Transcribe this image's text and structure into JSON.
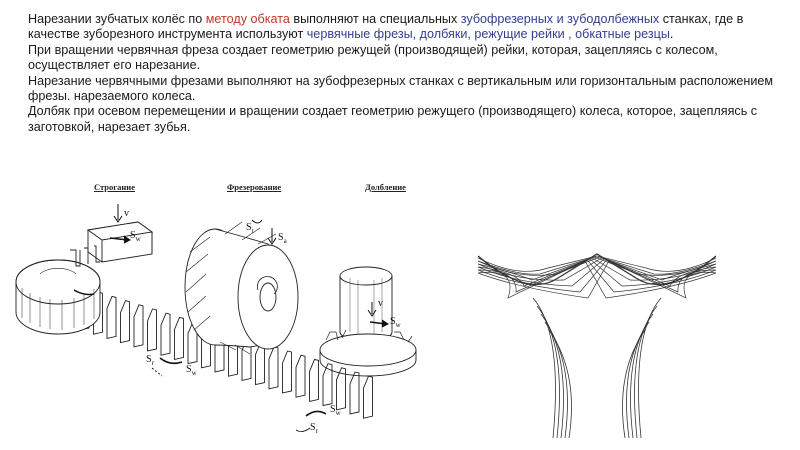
{
  "paragraphs": [
    {
      "parts": [
        {
          "text": "Нарезании зубчатых колёс по ",
          "style": "normal"
        },
        {
          "text": "методу обката",
          "style": "red"
        },
        {
          "text": " выполняют на специальных ",
          "style": "normal"
        },
        {
          "text": "зубофрезерных  и зубодолбежных",
          "style": "blue"
        },
        {
          "text": " станках, где в качестве зуборезного инструмента используют ",
          "style": "normal"
        },
        {
          "text": "червячные фрезы, долбяки, режущие рейки , обкатные резцы",
          "style": "blue"
        },
        {
          "text": ".",
          "style": "normal"
        }
      ]
    },
    {
      "parts": [
        {
          "text": "При вращении червячная фреза создает геометрию режущей (производящей) рейки, которая, зацепляясь с колесом, осуществляет его нарезание.",
          "style": "normal"
        }
      ]
    },
    {
      "parts": [
        {
          "text": "Нарезание червячными фрезами выполняют на зубофрезерных станках с вертикальным или горизонтальным расположением фрезы. нарезаемого колеса.",
          "style": "normal"
        }
      ]
    },
    {
      "parts": [
        {
          "text": "Долбяк при осевом перемещении и вращении создает геометрию режущего (производящего) колеса, которое, зацепляясь с заготовкой,  нарезает зубья.",
          "style": "normal"
        }
      ]
    }
  ],
  "colors": {
    "red": "#c0392b",
    "blue": "#34408e",
    "text": "#1a1a1a"
  },
  "figure": {
    "labels": {
      "planing": "Строгание",
      "milling": "Фрезерование",
      "shaping": "Долбление"
    },
    "symbols": {
      "v": "v",
      "s": "S",
      "w": "w",
      "t": "t",
      "a": "a",
      "r": "r"
    }
  }
}
